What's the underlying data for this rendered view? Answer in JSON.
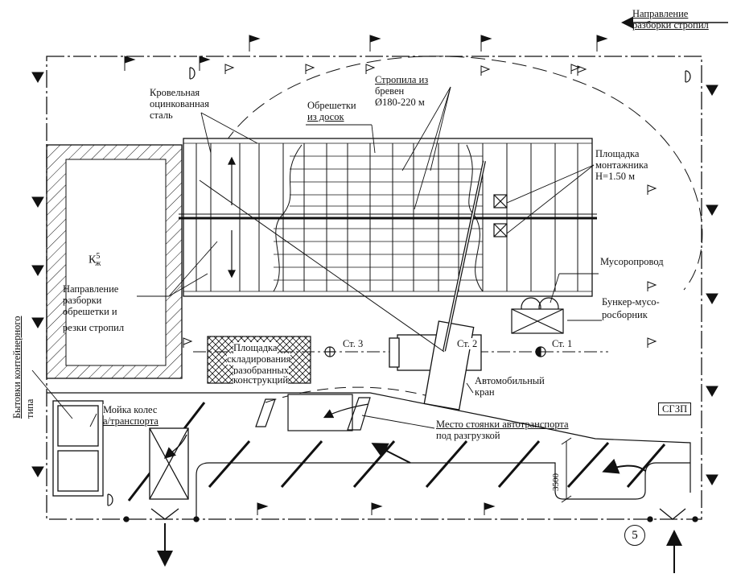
{
  "labels": {
    "direction_rafters": [
      "Направление",
      "разборки стропил"
    ],
    "roofing_steel": [
      "Кровельная",
      "оцинкованная",
      "сталь"
    ],
    "rafters_logs": [
      "Стропила из",
      "бревен",
      "Ø180-220 м"
    ],
    "sheathing_boards": [
      "Обрешетки",
      "из досок"
    ],
    "installer_platform": [
      "Площадка",
      "монтажника",
      "H=1.50 м"
    ],
    "garbage_chute": "Мусоропровод",
    "bunker": [
      "Бункер-мусо-",
      "росборник"
    ],
    "direction_sheathing": [
      "Направление",
      "разборки",
      "обрешетки и",
      "резки стропил"
    ],
    "building_mark": "К",
    "building_sup": "5",
    "building_sub": "ж",
    "storage_platform": [
      "Площадка",
      "складирования",
      "разобранных",
      "конструкций"
    ],
    "st1": "Ст. 1",
    "st2": "Ст. 2",
    "st3": "Ст. 3",
    "auto_crane": [
      "Автомобильный",
      "кран"
    ],
    "parking": [
      "Место стоянки автотранспорта",
      "под разгрузкой"
    ],
    "wheel_wash": [
      "Мойка колес",
      "а/транспорта"
    ],
    "containers": [
      "Бытовки контейнерного",
      "типа"
    ],
    "sgzp": "СГЗП",
    "dimension": "3500",
    "marker_5": "5"
  }
}
